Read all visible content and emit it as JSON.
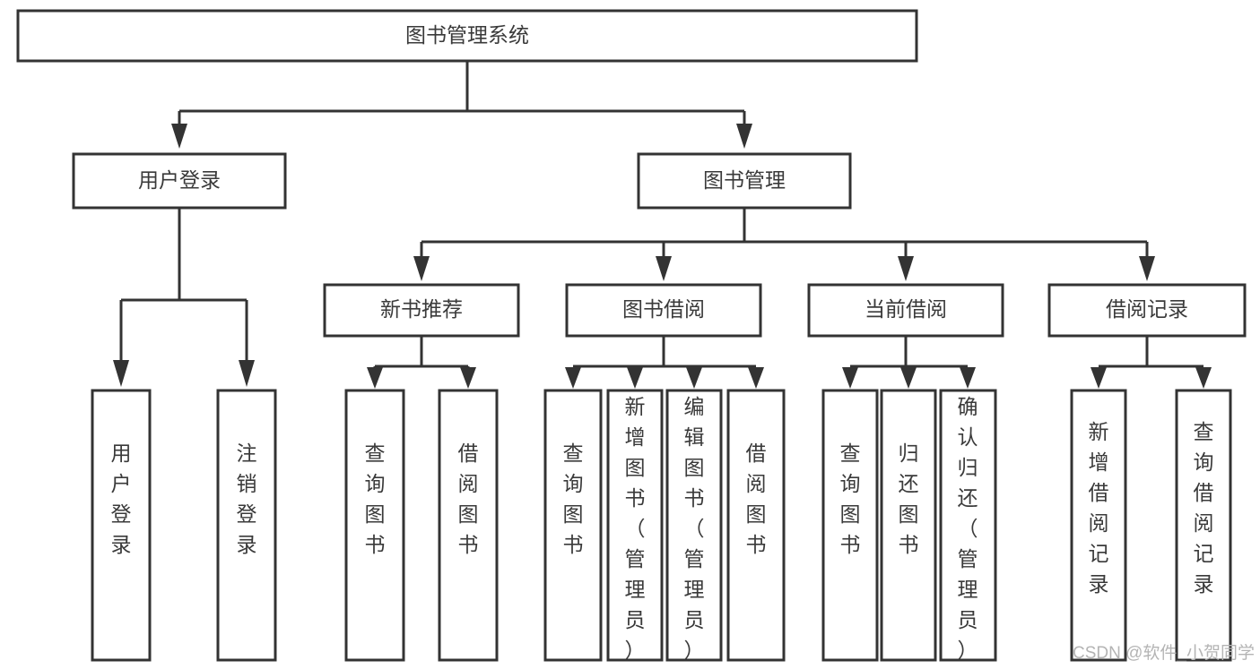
{
  "diagram": {
    "type": "tree-hierarchy",
    "title": "图书管理系统",
    "orientation": "top-down",
    "colors": {
      "box_stroke": "#333333",
      "box_fill": "#ffffff",
      "text": "#3a3a3a",
      "connector": "#333333",
      "background": "#ffffff",
      "watermark": "#b4b4b4"
    },
    "root": {
      "label": "图书管理系统",
      "id": "root-system"
    },
    "level2": [
      {
        "id": "user-login",
        "label": "用户登录"
      },
      {
        "id": "book-management",
        "label": "图书管理"
      }
    ],
    "level3": [
      {
        "id": "new-book-recommend",
        "label": "新书推荐",
        "parent": "book-management"
      },
      {
        "id": "book-borrow",
        "label": "图书借阅",
        "parent": "book-management"
      },
      {
        "id": "current-borrow",
        "label": "当前借阅",
        "parent": "book-management"
      },
      {
        "id": "borrow-record",
        "label": "借阅记录",
        "parent": "book-management"
      }
    ],
    "leaves": {
      "user-login": [
        {
          "id": "leaf-user-login",
          "label": "用户登录"
        },
        {
          "id": "leaf-user-logout",
          "label": "注销登录"
        }
      ],
      "new-book-recommend": [
        {
          "id": "leaf-query-book-1",
          "label": "查询图书"
        },
        {
          "id": "leaf-borrow-book-1",
          "label": "借阅图书"
        }
      ],
      "book-borrow": [
        {
          "id": "leaf-query-book-2",
          "label": "查询图书"
        },
        {
          "id": "leaf-add-book",
          "label": "新增图书（管理员）"
        },
        {
          "id": "leaf-edit-book",
          "label": "编辑图书（管理员）"
        },
        {
          "id": "leaf-borrow-book-2",
          "label": "借阅图书"
        }
      ],
      "current-borrow": [
        {
          "id": "leaf-query-book-3",
          "label": "查询图书"
        },
        {
          "id": "leaf-return-book",
          "label": "归还图书"
        },
        {
          "id": "leaf-confirm-return",
          "label": "确认归还（管理员）"
        }
      ],
      "borrow-record": [
        {
          "id": "leaf-add-record",
          "label": "新增借阅记录"
        },
        {
          "id": "leaf-query-record",
          "label": "查询借阅记录"
        }
      ]
    }
  },
  "watermark": {
    "text": "CSDN @软件_小贺同学"
  }
}
